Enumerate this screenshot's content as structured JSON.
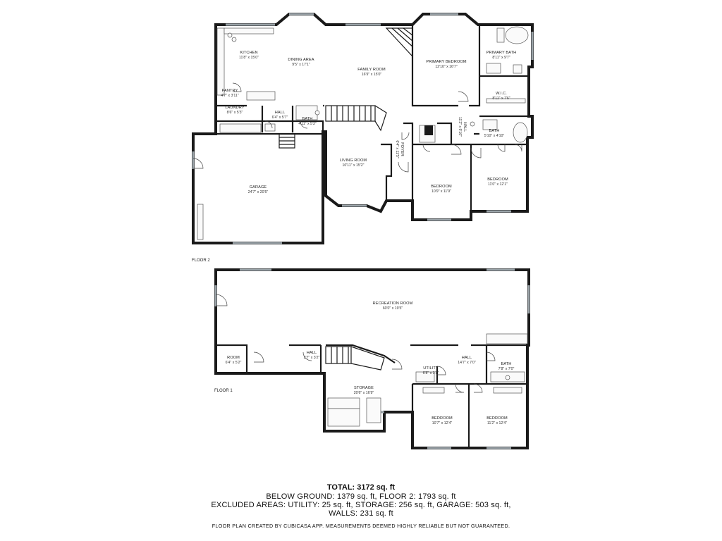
{
  "floor2": {
    "label": "FLOOR 2",
    "rooms": [
      {
        "name": "KITCHEN",
        "dim": "11'8\" x 15'0\""
      },
      {
        "name": "DINING AREA",
        "dim": "9'5\" x 17'1\""
      },
      {
        "name": "FAMILY ROOM",
        "dim": "16'9\" x 15'0\""
      },
      {
        "name": "PRIMARY BEDROOM",
        "dim": "12'10\" x 16'7\""
      },
      {
        "name": "PRIMARY BATH",
        "dim": "8'11\" x 9'7\""
      },
      {
        "name": "W.I.C.",
        "dim": "8'11\" x 7'6\""
      },
      {
        "name": "PANTRY",
        "dim": "4'7\" x 3'11\""
      },
      {
        "name": "LAUNDRY",
        "dim": "8'6\" x 5'3\""
      },
      {
        "name": "HALL",
        "dim": "6'4\" x 5'7\""
      },
      {
        "name": "BATH",
        "dim": "4'11\" x 5'3\""
      },
      {
        "name": "HALL",
        "dim": "11'2\" x 9'10\""
      },
      {
        "name": "BATH",
        "dim": "5'10\" x 4'10\""
      },
      {
        "name": "FOYER",
        "dim": "6'4\" x 11'5\""
      },
      {
        "name": "GARAGE",
        "dim": "24'7\" x 20'5\""
      },
      {
        "name": "LIVING ROOM",
        "dim": "10'11\" x 15'2\""
      },
      {
        "name": "BEDROOM",
        "dim": "10'9\" x 11'9\""
      },
      {
        "name": "BEDROOM",
        "dim": "11'0\" x 12'1\""
      }
    ]
  },
  "floor1": {
    "label": "FLOOR 1",
    "rooms": [
      {
        "name": "RECREATION ROOM",
        "dim": "60'0\" x 19'5\""
      },
      {
        "name": "ROOM",
        "dim": "6'4\" x 5'2\""
      },
      {
        "name": "HALL",
        "dim": "2'7\" x 3'2\""
      },
      {
        "name": "HALL",
        "dim": "14'7\" x 7'0\""
      },
      {
        "name": "BATH",
        "dim": "7'8\" x 7'0\""
      },
      {
        "name": "UTILITY",
        "dim": "6'8\" x 3'8\""
      },
      {
        "name": "STORAGE",
        "dim": "20'6\" x 16'9\""
      },
      {
        "name": "BEDROOM",
        "dim": "10'7\" x 12'4\""
      },
      {
        "name": "BEDROOM",
        "dim": "11'2\" x 12'4\""
      }
    ]
  },
  "summary": {
    "total": "TOTAL: 3172 sq. ft",
    "line1": "BELOW GROUND: 1379 sq. ft, FLOOR 2: 1793 sq. ft",
    "line2": "EXCLUDED AREAS: UTILITY: 25 sq. ft, STORAGE: 256 sq. ft, GARAGE: 503 sq. ft,",
    "line3": "WALLS: 231 sq. ft"
  },
  "disclaimer": "FLOOR PLAN CREATED BY CUBICASA APP. MEASUREMENTS DEEMED HIGHLY RELIABLE BUT NOT GUARANTEED."
}
